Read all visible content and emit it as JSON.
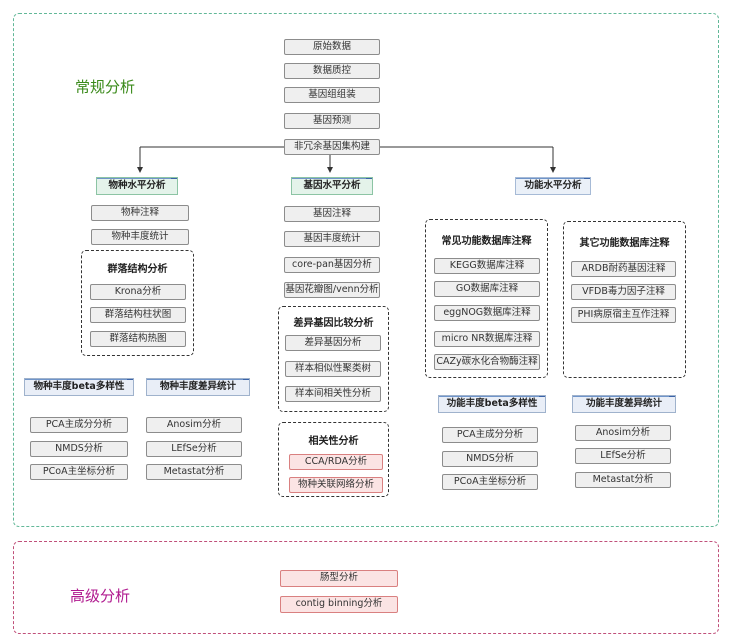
{
  "sections": {
    "routine": {
      "title": "常规分析",
      "title_color": "#3a8a1a"
    },
    "advanced": {
      "title": "高级分析",
      "title_color": "#b01a8f"
    }
  },
  "pipeline": [
    "原始数据",
    "数据质控",
    "基因组组装",
    "基因预测",
    "非冗余基因集构建"
  ],
  "level_headers": {
    "species": "物种水平分析",
    "gene": "基因水平分析",
    "function": "功能水平分析"
  },
  "species": {
    "items": [
      "物种注释",
      "物种丰度统计"
    ],
    "community": {
      "title": "群落结构分析",
      "items": [
        "Krona分析",
        "群落结构柱状图",
        "群落结构热图"
      ]
    },
    "beta": {
      "title": "物种丰度beta多样性",
      "items": [
        "PCA主成分分析",
        "NMDS分析",
        "PCoA主坐标分析"
      ]
    },
    "diff": {
      "title": "物种丰度差异统计",
      "items": [
        "Anosim分析",
        "LEfSe分析",
        "Metastat分析"
      ]
    }
  },
  "gene": {
    "items": [
      "基因注释",
      "基因丰度统计",
      "core-pan基因分析",
      "基因花瓣图/venn分析"
    ],
    "compare": {
      "title": "差异基因比较分析",
      "items": [
        "差异基因分析",
        "样本相似性聚类树",
        "样本间相关性分析"
      ]
    },
    "corr": {
      "title": "相关性分析",
      "items": [
        "CCA/RDA分析",
        "物种关联网络分析"
      ]
    }
  },
  "function": {
    "common": {
      "title": "常见功能数据库注释",
      "items": [
        "KEGG数据库注释",
        "GO数据库注释",
        "eggNOG数据库注释",
        "micro NR数据库注释",
        "CAZy碳水化合物酶注释"
      ]
    },
    "other": {
      "title": "其它功能数据库注释",
      "items": [
        "ARDB耐药基因注释",
        "VFDB毒力因子注释",
        "PHI病原宿主互作注释"
      ]
    },
    "beta": {
      "title": "功能丰度beta多样性",
      "items": [
        "PCA主成分分析",
        "NMDS分析",
        "PCoA主坐标分析"
      ]
    },
    "diff": {
      "title": "功能丰度差异统计",
      "items": [
        "Anosim分析",
        "LEfSe分析",
        "Metastat分析"
      ]
    }
  },
  "advanced_items": [
    "肠型分析",
    "contig binning分析"
  ]
}
